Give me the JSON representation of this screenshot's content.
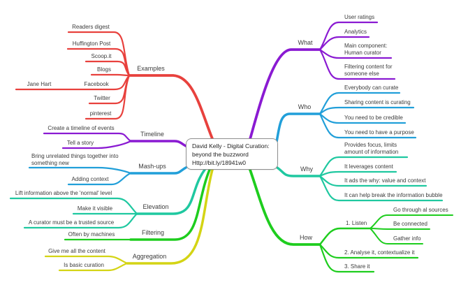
{
  "colors": {
    "red": "#e8413d",
    "purple": "#8a1ad2",
    "blue": "#219fd9",
    "teal": "#1fc8a0",
    "green": "#1ecd1e",
    "yellow": "#d4d414",
    "text": "#3b3b3b",
    "box_border": "#8f8f8f"
  },
  "center": {
    "lines": [
      "David Kelly - Digital Curation:",
      "beyond the buzzword",
      "Http://bit.ly/18941w0"
    ]
  },
  "left": {
    "examples": {
      "label": "Examples",
      "children": [
        {
          "label": "Readers digest"
        },
        {
          "label": "Huffington Post"
        },
        {
          "label": "Scoop.it"
        },
        {
          "label": "Blogs"
        },
        {
          "label": "Facebook",
          "children": [
            {
              "label": "Jane Hart"
            }
          ]
        },
        {
          "label": "Twitter"
        },
        {
          "label": "pinterest"
        }
      ]
    },
    "timeline": {
      "label": "Timeline",
      "children": [
        {
          "label": "Create a timeline of events"
        },
        {
          "label": "Tell a story"
        }
      ]
    },
    "mashups": {
      "label": "Mash-ups",
      "children": [
        {
          "label": "Bring unrelated things together into something new"
        },
        {
          "label": "Adding context"
        }
      ]
    },
    "elevation": {
      "label": "Elevation",
      "children": [
        {
          "label": "Lift information above the 'normal' level"
        },
        {
          "label": "Make it visible"
        },
        {
          "label": "A curator must be a trusted source"
        }
      ]
    },
    "filtering": {
      "label": "Filtering",
      "children": [
        {
          "label": "Often by machines"
        }
      ]
    },
    "aggregation": {
      "label": "Aggregation",
      "children": [
        {
          "label": "Give me all the content"
        },
        {
          "label": "Is basic curation"
        }
      ]
    }
  },
  "right": {
    "what": {
      "label": "What",
      "children": [
        {
          "label": "User ratings"
        },
        {
          "label": "Analytics"
        },
        {
          "label": "Main component: Human curator"
        },
        {
          "label": "Filtering content for someone else"
        }
      ]
    },
    "who": {
      "label": "Who",
      "children": [
        {
          "label": "Everybody can curate"
        },
        {
          "label": "Sharing content is curating"
        },
        {
          "label": "You need to be credible"
        },
        {
          "label": "You need to have a purpose"
        }
      ]
    },
    "why": {
      "label": "Why",
      "children": [
        {
          "label": "Provides focus, limits amount of information"
        },
        {
          "label": "It leverages content"
        },
        {
          "label": "It ads the why: value and context"
        },
        {
          "label": "It can help break the information bubble"
        }
      ]
    },
    "how": {
      "label": "How",
      "children": [
        {
          "label": "1. Listen",
          "children": [
            {
              "label": "Go through al sources"
            },
            {
              "label": "Be connected"
            },
            {
              "label": "Gather info"
            }
          ]
        },
        {
          "label": "2. Analyse it, contextualize it"
        },
        {
          "label": "3. Share it"
        }
      ]
    }
  }
}
